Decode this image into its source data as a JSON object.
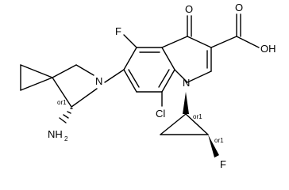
{
  "labels": {
    "oxo": "O",
    "acid_o": "O",
    "acid_oh": "OH",
    "fluoro_ring": "F",
    "chloro": "Cl",
    "amine_n": "N",
    "ring_n": "N",
    "amino": "NH",
    "amino_sub": "2",
    "fluoro_cp": "F"
  },
  "stereo_tags": {
    "spiro": "or1",
    "cp_n": "or1",
    "cp_f": "or1"
  }
}
